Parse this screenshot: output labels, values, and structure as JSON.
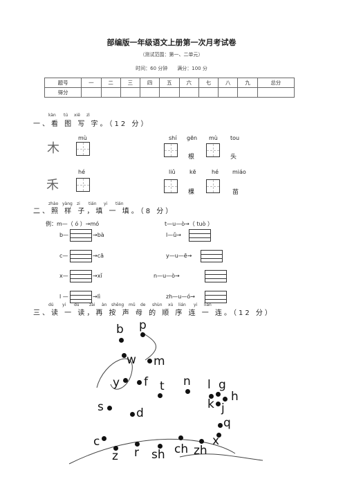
{
  "header": {
    "title": "部编版一年级语文上册第一次月考试卷",
    "range": "（测试范围：第一、二单元）",
    "time": "时间：60 分钟　　满分：100 分"
  },
  "score_table": {
    "row1": [
      "题号",
      "一",
      "二",
      "三",
      "四",
      "五",
      "六",
      "七",
      "八",
      "九",
      "总分"
    ],
    "row2_label": "得分"
  },
  "section1": {
    "pinyin": [
      "kàn",
      "tú",
      "xiě",
      "zì"
    ],
    "text": "一、看 图 写 字。（12 分）",
    "item_top_left": "mù",
    "item_top_right": [
      "shí",
      "gēn",
      "mù",
      "tou"
    ],
    "hanzi_top": [
      "根",
      "头"
    ],
    "item_bottom_left": "hé",
    "item_bottom_right": [
      "liǔ",
      "kē",
      "hé",
      "miáo"
    ],
    "hanzi_bottom": [
      "棵",
      "苗"
    ]
  },
  "section2": {
    "pinyin": [
      "zhào",
      "yàng",
      "zi",
      "tián",
      "yi",
      "tián"
    ],
    "text": "二、照 样 子，填 一 填。（8 分）",
    "example_left": "例：m—（ ó ）→mó",
    "example_right": "t—u—ò→（ tuò ）",
    "rows_left": [
      "b—",
      "c—",
      "x—",
      "l —"
    ],
    "rows_left_after": [
      "→bà",
      "→cā",
      "→xǐ",
      "→lì"
    ],
    "rows_right": [
      "l—ǔ→",
      "y—u—ē→",
      "n—u—ò→",
      "zh—u—ó→"
    ]
  },
  "section3": {
    "pinyin": [
      "dú",
      "yi",
      "dú",
      "zài",
      "àn",
      "shēng",
      "mǔ",
      "de",
      "shùn",
      "xù",
      "lián",
      "yi",
      "lián"
    ],
    "text": "三、读 一 读，再 按 声 母 的 顺 序 连 一 连。（12 分）",
    "letters": [
      "b",
      "p",
      "w",
      "m",
      "y",
      "f",
      "t",
      "n",
      "l",
      "g",
      "h",
      "k",
      "j",
      "s",
      "d",
      "q",
      "c",
      "x",
      "z",
      "r",
      "sh",
      "ch",
      "zh"
    ]
  }
}
